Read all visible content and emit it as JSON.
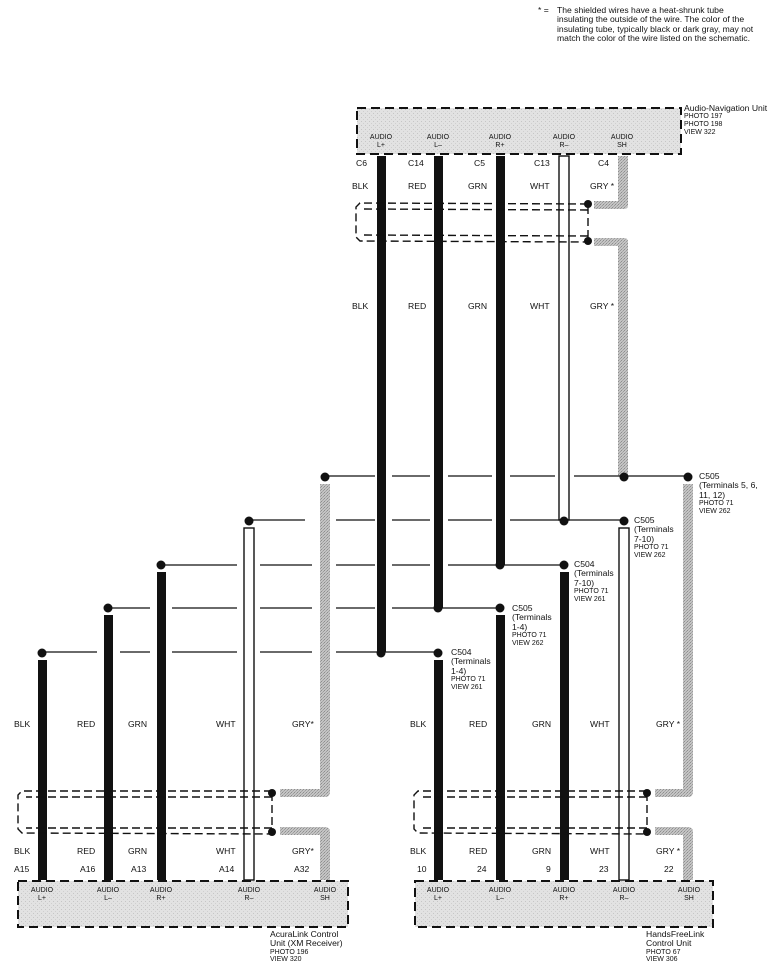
{
  "note": {
    "symbol": "* =",
    "text": "The shielded wires have a heat-shrunk tube insulating the outside of the wire. The color of the insulating tube, typically black or dark gray, may not match the color of the wire listed on the schematic."
  },
  "units": {
    "audio_nav": {
      "name": "Audio-Navigation Unit",
      "refs": [
        "PHOTO 197",
        "PHOTO 198",
        "VIEW 322"
      ],
      "terminals": [
        {
          "label": "AUDIO",
          "sub": "L+",
          "pin": "C6",
          "color": "BLK"
        },
        {
          "label": "AUDIO",
          "sub": "L–",
          "pin": "C14",
          "color": "RED"
        },
        {
          "label": "AUDIO",
          "sub": "R+",
          "pin": "C5",
          "color": "GRN"
        },
        {
          "label": "AUDIO",
          "sub": "R–",
          "pin": "C13",
          "color": "WHT"
        },
        {
          "label": "AUDIO",
          "sub": "SH",
          "pin": "C4",
          "color": "GRY *"
        }
      ]
    },
    "acuralink": {
      "name": "AcuraLink Control Unit (XM Receiver)",
      "name_lines": [
        "AcuraLink Control",
        "Unit (XM Receiver)"
      ],
      "refs": [
        "PHOTO 196",
        "VIEW 320"
      ],
      "terminals": [
        {
          "label": "AUDIO",
          "sub": "L+",
          "pin": "A15",
          "color": "BLK"
        },
        {
          "label": "AUDIO",
          "sub": "L–",
          "pin": "A16",
          "color": "RED"
        },
        {
          "label": "AUDIO",
          "sub": "R+",
          "pin": "A13",
          "color": "GRN"
        },
        {
          "label": "AUDIO",
          "sub": "R–",
          "pin": "A14",
          "color": "WHT"
        },
        {
          "label": "AUDIO",
          "sub": "SH",
          "pin": "A32",
          "color": "GRY*"
        }
      ]
    },
    "handsfreelink": {
      "name": "HandsFreeLink Control Unit",
      "name_lines": [
        "HandsFreeLink",
        "Control Unit"
      ],
      "refs": [
        "PHOTO 67",
        "VIEW 306"
      ],
      "terminals": [
        {
          "label": "AUDIO",
          "sub": "L+",
          "pin": "10",
          "color": "BLK"
        },
        {
          "label": "AUDIO",
          "sub": "L–",
          "pin": "24",
          "color": "RED"
        },
        {
          "label": "AUDIO",
          "sub": "R+",
          "pin": "9",
          "color": "GRN"
        },
        {
          "label": "AUDIO",
          "sub": "R–",
          "pin": "23",
          "color": "WHT"
        },
        {
          "label": "AUDIO",
          "sub": "SH",
          "pin": "22",
          "color": "GRY *"
        }
      ]
    }
  },
  "mid_wire_labels": {
    "nav_lower": [
      "BLK",
      "RED",
      "GRN",
      "WHT",
      "GRY *"
    ],
    "acuralink_upper": [
      "BLK",
      "RED",
      "GRN",
      "WHT",
      "GRY*"
    ],
    "hfl_upper": [
      "BLK",
      "RED",
      "GRN",
      "WHT",
      "GRY *"
    ]
  },
  "connectors": [
    {
      "id": "C505",
      "terms": [
        "(Terminals 5, 6,",
        "11, 12)"
      ],
      "refs": [
        "PHOTO 71",
        "VIEW 262"
      ]
    },
    {
      "id": "C505",
      "terms": [
        "(Terminals",
        "7-10)"
      ],
      "refs": [
        "PHOTO 71",
        "VIEW 262"
      ]
    },
    {
      "id": "C504",
      "terms": [
        "(Terminals",
        "7-10)"
      ],
      "refs": [
        "PHOTO 71",
        "VIEW 261"
      ]
    },
    {
      "id": "C505",
      "terms": [
        "(Terminals",
        "1-4)"
      ],
      "refs": [
        "PHOTO 71",
        "VIEW 262"
      ]
    },
    {
      "id": "C504",
      "terms": [
        "(Terminals",
        "1-4)"
      ],
      "refs": [
        "PHOTO 71",
        "VIEW 261"
      ]
    }
  ],
  "wire_colors": {
    "BLK": "#111111",
    "RED": "#1a1a1a",
    "GRN": "#1a1a1a",
    "WHT": "#ffffff",
    "GRY": "#b8b8b8",
    "unit_fill": "#dcdcdc"
  }
}
